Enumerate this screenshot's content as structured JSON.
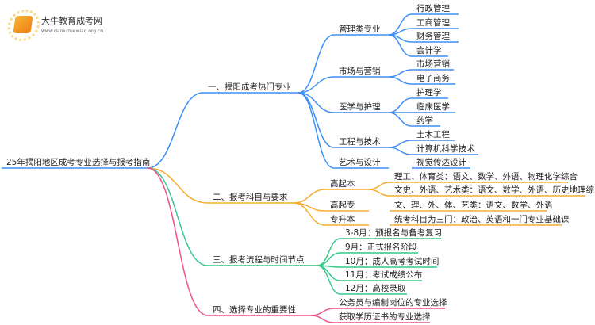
{
  "logo": {
    "name": "大牛教育成考网",
    "url": "www.daniuzuewiao.org.cn"
  },
  "colors": {
    "blue": "#3d8ff5",
    "orange": "#f5ae2f",
    "green": "#35c98a",
    "pink": "#f0508a"
  },
  "root": "25年揭阳地区成考专业选择与报考指南",
  "branches": [
    {
      "label": "一、揭阳成考热门专业",
      "children": [
        {
          "label": "管理类专业",
          "children": [
            "行政管理",
            "工商管理",
            "财务管理",
            "会计学"
          ]
        },
        {
          "label": "市场与营销",
          "children": [
            "市场营销",
            "电子商务"
          ]
        },
        {
          "label": "医学与护理",
          "children": [
            "护理学",
            "临床医学",
            "药学"
          ]
        },
        {
          "label": "工程与技术",
          "children": [
            "土木工程",
            "计算机科学技术"
          ]
        },
        {
          "label": "艺术与设计",
          "children": [
            "视觉传达设计"
          ]
        }
      ]
    },
    {
      "label": "二、报考科目与要求",
      "children": [
        {
          "label": "高起本",
          "children": [
            "理工、体育类：语文、数学、外语、物理化学综合",
            "文史、外语、艺术类：语文、数学、外语、历史地理综合"
          ]
        },
        {
          "label": "高起专",
          "children": [
            "文、理、外、体、艺类：语文、数学、外语"
          ]
        },
        {
          "label": "专升本",
          "children": [
            "统考科目为三门：政治、英语和一门专业基础课"
          ]
        }
      ]
    },
    {
      "label": "三、报考流程与时间节点",
      "children": [
        "3-8月：预报名与备考复习",
        "9月：正式报名阶段",
        "10月：成人高考考试时间",
        "11月：考试成绩公布",
        "12月：高校录取"
      ]
    },
    {
      "label": "四、选择专业的重要性",
      "children": [
        "公务员与编制岗位的专业选择",
        "获取学历证书的专业选择"
      ]
    }
  ]
}
